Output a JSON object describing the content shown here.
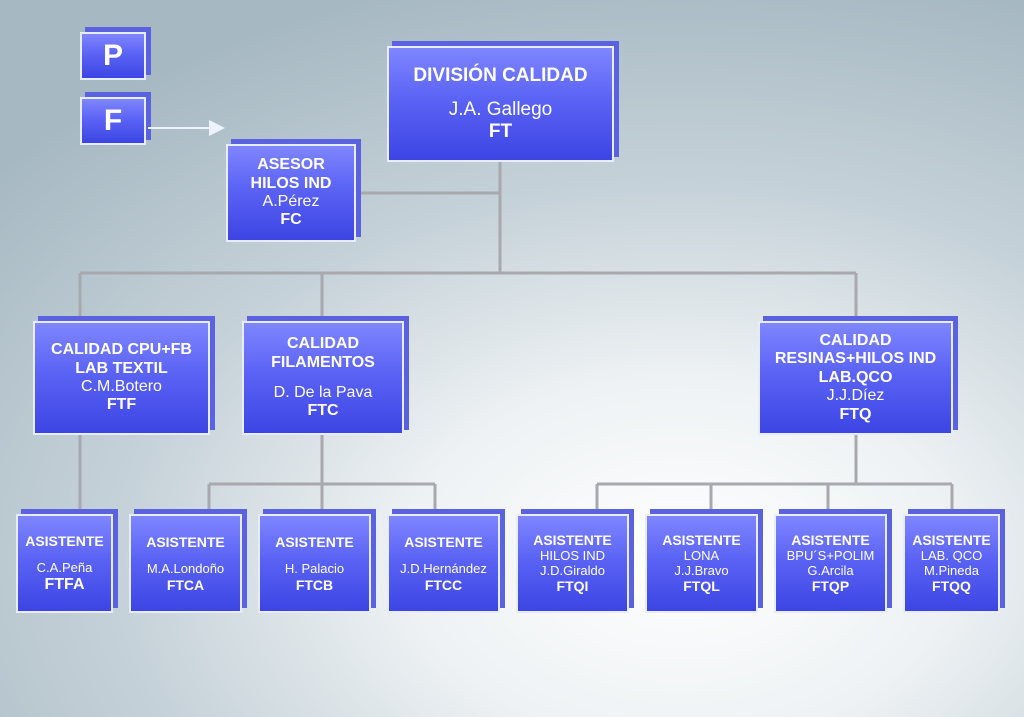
{
  "legend": {
    "p": "P",
    "f": "F"
  },
  "division": {
    "title": "DIVISIÓN CALIDAD",
    "name": "J.A. Gallego",
    "code": "FT"
  },
  "advisor": {
    "line1": "ASESOR",
    "line2": "HILOS IND",
    "name": "A.Pérez",
    "code": "FC"
  },
  "units": [
    {
      "line1": "CALIDAD CPU+FB",
      "line2": "LAB TEXTIL",
      "name": "C.M.Botero",
      "code": "FTF"
    },
    {
      "line1": "CALIDAD",
      "line2": "FILAMENTOS",
      "name": "D. De la Pava",
      "code": "FTC"
    },
    {
      "line1": "CALIDAD",
      "line2": "RESINAS+HILOS IND",
      "line3": "LAB.QCO",
      "name": "J.J.Díez",
      "code": "FTQ"
    }
  ],
  "assistants": [
    {
      "role": "ASISTENTE",
      "area": "",
      "name": "C.A.Peña",
      "code": "FTFA"
    },
    {
      "role": "ASISTENTE",
      "area": "",
      "name": "M.A.Londoño",
      "code": "FTCA"
    },
    {
      "role": "ASISTENTE",
      "area": "",
      "name": "H. Palacio",
      "code": "FTCB"
    },
    {
      "role": "ASISTENTE",
      "area": "",
      "name": "J.D.Hernández",
      "code": "FTCC"
    },
    {
      "role": "ASISTENTE",
      "area": "HILOS IND",
      "name": "J.D.Giraldo",
      "code": "FTQI"
    },
    {
      "role": "ASISTENTE",
      "area": "LONA",
      "name": "J.J.Bravo",
      "code": "FTQL"
    },
    {
      "role": "ASISTENTE",
      "area": "BPU´S+POLIM",
      "name": "G.Arcila",
      "code": "FTQP"
    },
    {
      "role": "ASISTENTE",
      "area": "LAB. QCO",
      "name": "M.Pineda",
      "code": "FTQQ"
    }
  ]
}
